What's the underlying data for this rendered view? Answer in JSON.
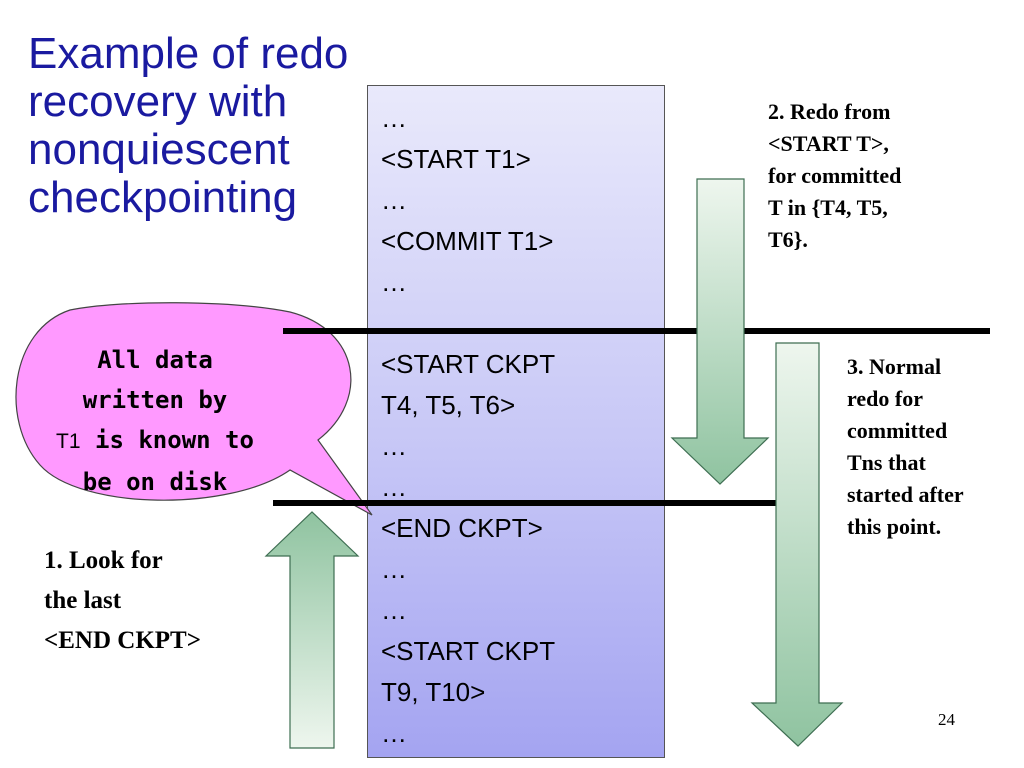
{
  "title": {
    "lines": [
      "Example of redo",
      "recovery with",
      "nonquiescent",
      "checkpointing"
    ]
  },
  "log": {
    "lines": [
      "…",
      "<START T1>",
      "…",
      "<COMMIT T1>",
      "…",
      "…",
      "<START CKPT",
      "T4, T5, T6>",
      "…",
      "…",
      "<END CKPT>",
      "…",
      "…",
      "<START CKPT",
      "T9, T10>",
      "…"
    ]
  },
  "callout": {
    "line1": "All data",
    "line2": "written by",
    "line3_t1": "T1",
    "line3_rest": " is known to",
    "line4": "be on disk"
  },
  "notes": {
    "step1": [
      "1.  Look for",
      "the last",
      "<END CKPT>"
    ],
    "step2": [
      "2.  Redo from",
      "<START T>,",
      "for committed",
      "T in {T4, T5,",
      "T6}."
    ],
    "step3": [
      "3.  Normal",
      "redo for",
      "committed",
      "Tns that",
      "started after",
      "this point."
    ]
  },
  "colors": {
    "title": "#1a1aa0",
    "callout_fill": "#ff99ff",
    "arrow_fill_light": "#eef6ee",
    "arrow_fill_dark": "#8fc3a0",
    "arrow_stroke": "#3e6e52",
    "log_bg_top": "#e9e9fb",
    "log_bg_bottom": "#a4a4f1"
  },
  "page_number": "24"
}
